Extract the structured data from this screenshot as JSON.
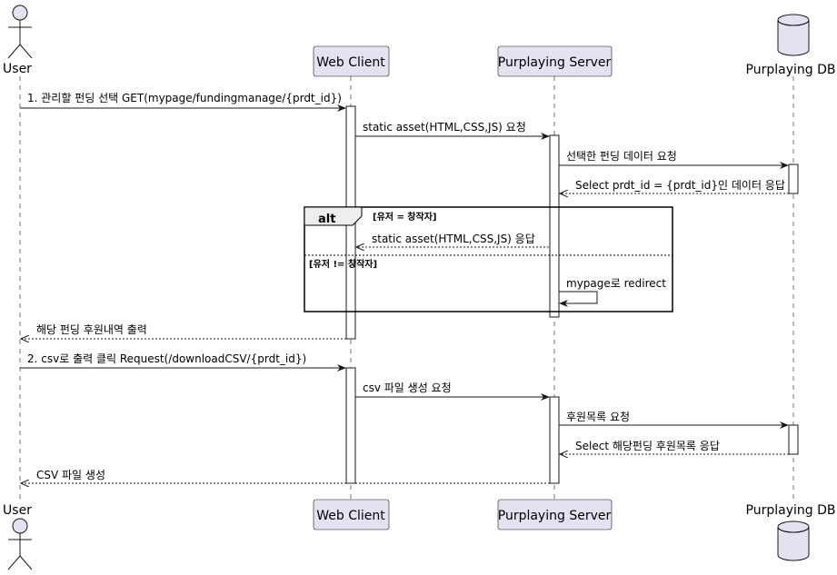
{
  "participants": {
    "user": "User",
    "client": "Web Client",
    "server": "Purplaying Server",
    "db": "Purplaying DB"
  },
  "colors": {
    "box_fill": "#e2e2f0",
    "box_stroke": "#181818",
    "lifeline": "#181818"
  },
  "alt": {
    "keyword": "alt",
    "guard1": "[유저 = 창작자]",
    "guard2": "[유저 != 창작자]"
  },
  "messages": [
    {
      "text": "1. 관리할 펀딩 선택 GET(mypage/fundingmanage/{prdt_id})"
    },
    {
      "text": "static asset(HTML,CSS,JS) 요청"
    },
    {
      "text": "선택한 펀딩 데이터 요청"
    },
    {
      "text": "Select prdt_id = {prdt_id}인 데이터 응답"
    },
    {
      "text": "static asset(HTML,CSS,JS) 응답"
    },
    {
      "text": "mypage로 redirect"
    },
    {
      "text": "해당 펀딩 후원내역 출력"
    },
    {
      "text": "2. csv로 출력 클릭 Request(/downloadCSV/{prdt_id})"
    },
    {
      "text": "csv 파일 생성 요청"
    },
    {
      "text": "후원목록 요청"
    },
    {
      "text": "Select 해당펀딩 후원목록 응답"
    },
    {
      "text": "CSV 파일 생성"
    }
  ]
}
